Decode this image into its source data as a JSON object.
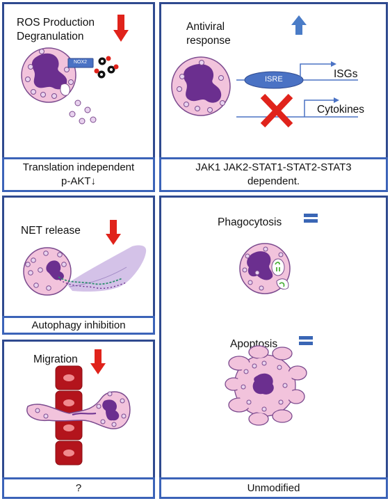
{
  "panels": {
    "ros": {
      "title_line1": "ROS Production",
      "title_line2": "Degranulation",
      "enzyme_label": "NOX2",
      "caption_line1": "Translation independent",
      "caption_line2": "p-AKT↓",
      "trend": "decreased"
    },
    "antiviral": {
      "title_line1": "Antiviral",
      "title_line2": "response",
      "promoter_label": "ISRE",
      "gene1": "ISGs",
      "gene2": "Cytokines",
      "caption_line1": "JAK1 JAK2-STAT1-STAT2-STAT3",
      "caption_line2": "dependent.",
      "trend": "increased"
    },
    "net": {
      "title": "NET release",
      "caption": "Autophagy inhibition",
      "trend": "decreased"
    },
    "migration": {
      "title": "Migration",
      "caption": "?",
      "trend": "decreased"
    },
    "phago_apoptosis": {
      "title1": "Phagocytosis",
      "title2": "Apoptosis",
      "caption": "Unmodified",
      "trend": "unchanged"
    }
  },
  "colors": {
    "panel_border": "#2f4a8f",
    "cell_fill": "#f2c3dc",
    "cell_stroke": "#7b4a8e",
    "nucleus": "#6b2f8f",
    "granule_fill": "#e8d2ee",
    "down_arrow": "#e0231b",
    "up_arrow": "#4a7cc7",
    "equals": "#3a66b5",
    "isre": "#4a72c4",
    "red_cell": "#b3141c"
  }
}
